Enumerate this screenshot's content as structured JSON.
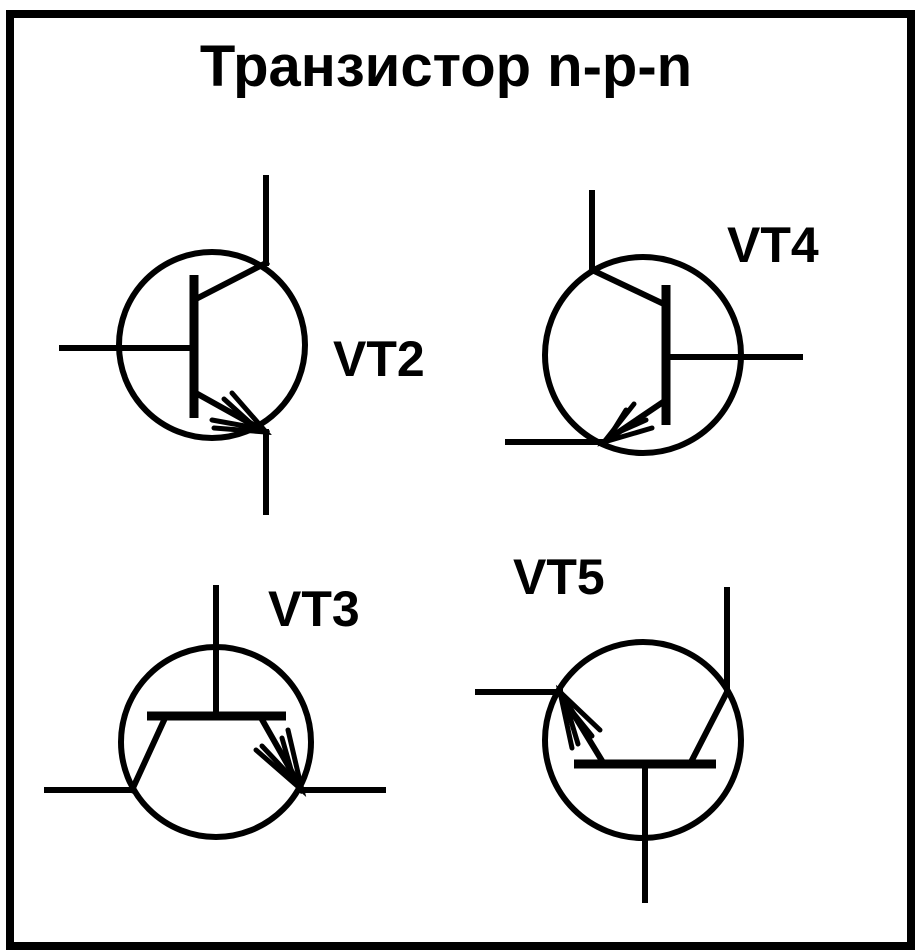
{
  "diagram": {
    "title": "Транзистор n-p-n",
    "transistors": [
      {
        "id": "vt2",
        "label": "VT2"
      },
      {
        "id": "vt4",
        "label": "VT4"
      },
      {
        "id": "vt3",
        "label": "VT3"
      },
      {
        "id": "vt5",
        "label": "VT5"
      }
    ],
    "colors": {
      "line": "#000000",
      "background": "#ffffff"
    }
  }
}
